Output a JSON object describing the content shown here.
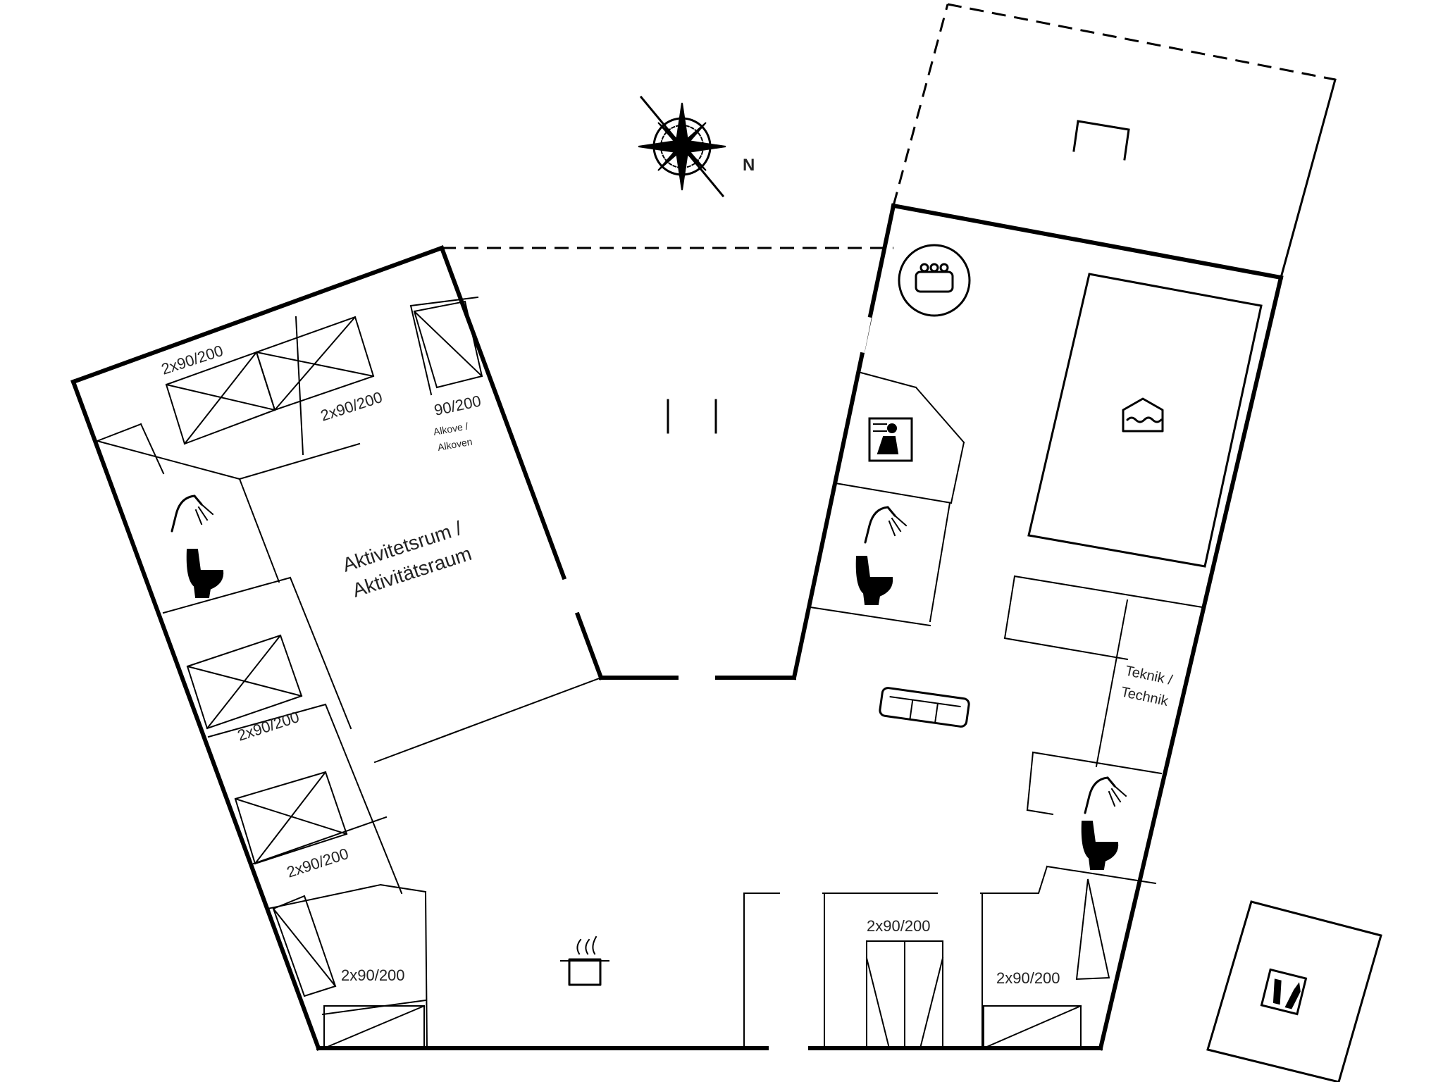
{
  "compass": {
    "north_label": "N"
  },
  "rooms": {
    "activity_room": {
      "line1": "Aktivitetsrum /",
      "line2": "Aktivitätsraum"
    },
    "tech_room": {
      "line1": "Teknik /",
      "line2": "Technik"
    },
    "alcove": {
      "line1": "Alkove /",
      "line2": "Alkoven"
    }
  },
  "beds": {
    "bed_nw_1": "2x90/200",
    "bed_nw_2": "2x90/200",
    "bed_alcove": "90/200",
    "bed_w_1": "2x90/200",
    "bed_w_2": "2x90/200",
    "bed_sw": "2x90/200",
    "bed_s_center": "2x90/200",
    "bed_se": "2x90/200"
  },
  "icons": [
    "compass-rose-icon",
    "shower-icon",
    "toilet-icon",
    "sauna-icon",
    "hot-tub-icon",
    "pool-icon",
    "sofa-icon",
    "cooking-pot-icon",
    "washer-icon"
  ]
}
